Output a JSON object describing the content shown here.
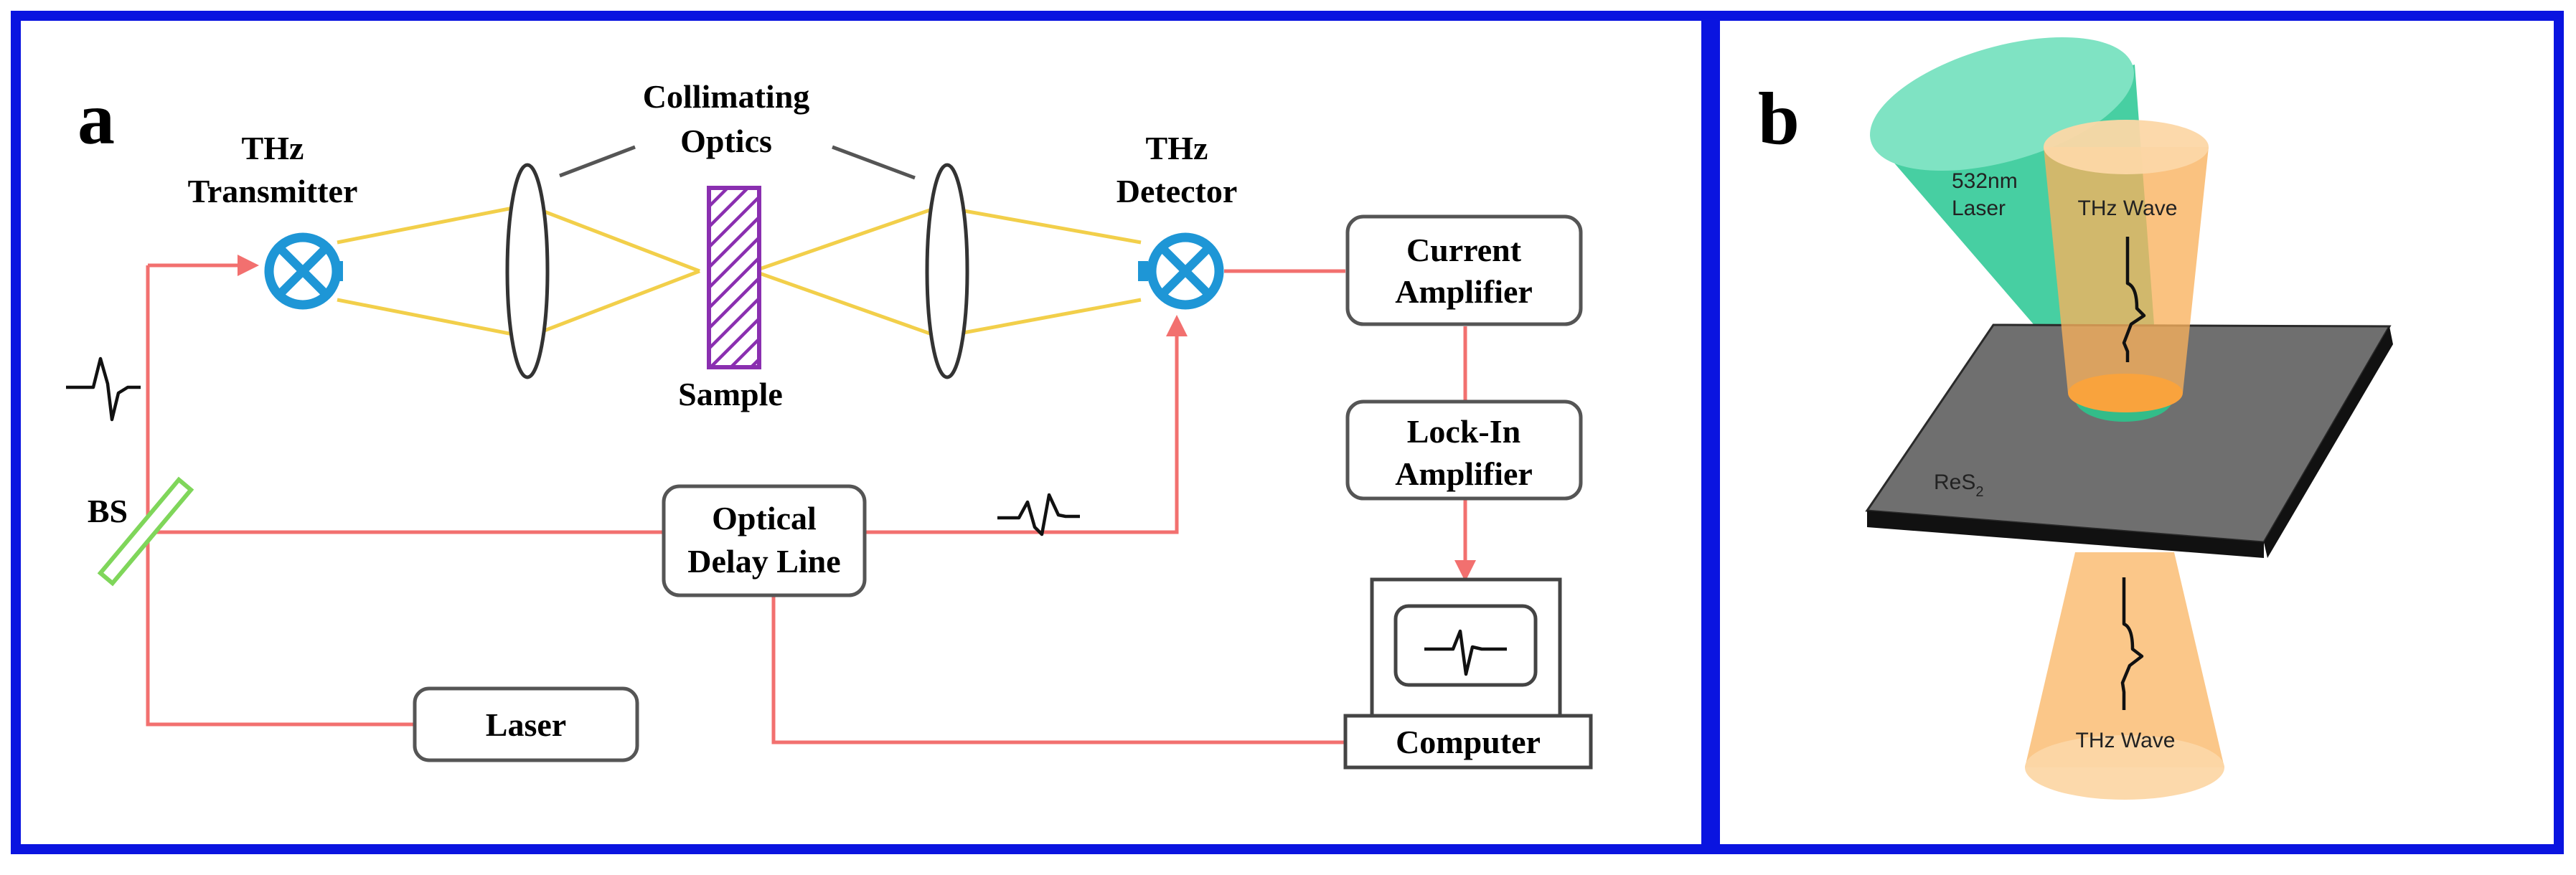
{
  "panel_a": {
    "label": "a",
    "collimating_optics": [
      "Collimating",
      "Optics"
    ],
    "thz_transmitter": [
      "THz",
      "Transmitter"
    ],
    "thz_detector": [
      "THz",
      "Detector"
    ],
    "sample": "Sample",
    "beam_splitter": "BS",
    "current_amplifier": [
      "Current",
      "Amplifier"
    ],
    "lock_in_amplifier": [
      "Lock-In",
      "Amplifier"
    ],
    "optical_delay_line": [
      "Optical",
      "Delay Line"
    ],
    "laser": "Laser",
    "computer": "Computer"
  },
  "panel_b": {
    "label": "b",
    "green_laser": [
      "532nm",
      "Laser"
    ],
    "thz_wave_top": "THz Wave",
    "thz_wave_bottom": "THz Wave",
    "sample_name": "ReS",
    "sample_subscript": "2"
  },
  "colors": {
    "frame": "#0a14e0",
    "laser_beam": "#f2706f",
    "thz_beam": "#f2cf4a",
    "antenna": "#1e96d6",
    "sample_hatch": "#8a2fb0",
    "beam_splitter": "#7fd65a",
    "green_cone": "#1fc48e",
    "thz_cone": "#f9b15c",
    "res2_plate": "#6f6f6f"
  }
}
